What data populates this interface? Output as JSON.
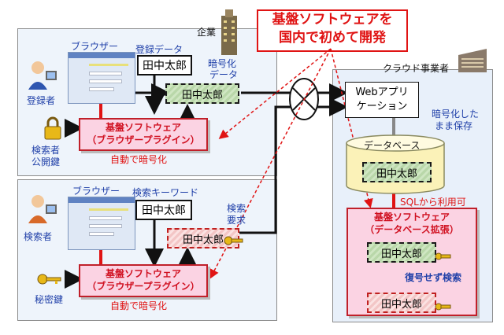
{
  "callout": {
    "line1": "基盤ソフトウェアを",
    "line2": "国内で初めて開発"
  },
  "enterprise_label": "企業",
  "cloud_label": "クラウド事業者",
  "top_panel": {
    "browser_label": "ブラウザー",
    "data_label": "登録データ",
    "plain_value": "田中太郎",
    "encrypted_label_1": "暗号化",
    "encrypted_label_2": "データ",
    "encrypted_value": "田中太郎",
    "user_label": "登録者",
    "key_label_1": "検索者",
    "key_label_2": "公開鍵",
    "plugin_line1": "基盤ソフトウェア",
    "plugin_line2": "（ブラウザープラグイン）",
    "auto_encrypt": "自動で暗号化"
  },
  "bottom_panel": {
    "browser_label": "ブラウザー",
    "data_label": "検索キーワード",
    "plain_value": "田中太郎",
    "request_label_1": "検索",
    "request_label_2": "要求",
    "encrypted_value": "田中太郎",
    "user_label": "検索者",
    "key_label": "秘密鍵",
    "plugin_line1": "基盤ソフトウェア",
    "plugin_line2": "（ブラウザープラグイン）",
    "auto_encrypt": "自動で暗号化"
  },
  "cloud": {
    "webapp_line1": "Webアプリ",
    "webapp_line2": "ケーション",
    "store_label_1": "暗号化した",
    "store_label_2": "まま保存",
    "db_label": "データベース",
    "db_value": "田中太郎",
    "sql_label": "SQLから利用可",
    "ext_line1": "基盤ソフトウェア",
    "ext_line2": "（データベース拡張）",
    "ext_value_top": "田中太郎",
    "ext_value_bottom": "田中太郎",
    "search_label": "復号せず検索"
  }
}
